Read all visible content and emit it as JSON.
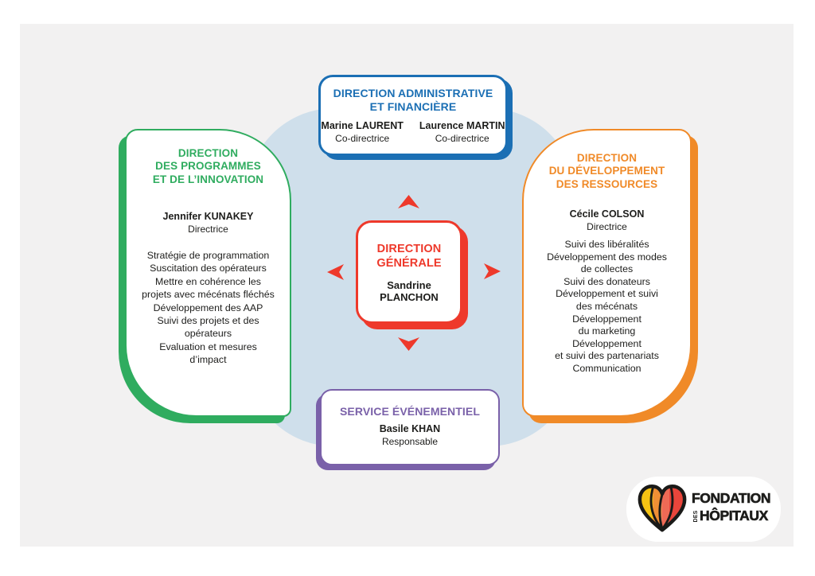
{
  "page": {
    "background": "#ffffff",
    "panel_background": "#f2f1f1",
    "blob_color": "#cfdfeb"
  },
  "colors": {
    "blue": "#1b6fb4",
    "green": "#2fac5f",
    "orange": "#f08a28",
    "red": "#ee392b",
    "purple": "#7a61a9",
    "text_dark": "#1d1d1b"
  },
  "admin_box": {
    "title_lines": [
      "DIRECTION ADMINISTRATIVE",
      "ET FINANCIÈRE"
    ],
    "people": [
      {
        "name": "Marine LAURENT",
        "role": "Co-directrice"
      },
      {
        "name": "Laurence MARTIN",
        "role": "Co-directrice"
      }
    ]
  },
  "programs_box": {
    "title_lines": [
      "DIRECTION",
      "DES PROGRAMMES",
      "ET DE L’INNOVATION"
    ],
    "person": {
      "name": "Jennifer KUNAKEY",
      "role": "Directrice"
    },
    "lines": [
      "Stratégie de programmation",
      "Suscitation des opérateurs",
      "Mettre en cohérence les",
      "projets avec mécénats fléchés",
      "Développement des AAP",
      "Suivi des projets et des",
      "opérateurs",
      "Evaluation et mesures",
      "d’impact"
    ]
  },
  "resources_box": {
    "title_lines": [
      "DIRECTION",
      "DU DÉVELOPPEMENT",
      "DES RESSOURCES"
    ],
    "person": {
      "name": "Cécile COLSON",
      "role": "Directrice"
    },
    "lines": [
      "Suivi des libéralités",
      "Développement des modes",
      "de collectes",
      "Suivi des donateurs",
      "Développement et suivi",
      "des mécénats",
      "Développement",
      "du marketing",
      "Développement",
      "et suivi des partenariats",
      "Communication"
    ]
  },
  "general_box": {
    "title_lines": [
      "DIRECTION",
      "GÉNÉRALE"
    ],
    "person_lines": [
      "Sandrine",
      "PLANCHON"
    ]
  },
  "events_box": {
    "title": "SERVICE ÉVÉNEMENTIEL",
    "person": {
      "name": "Basile KHAN",
      "role": "Responsable"
    }
  },
  "arrows": {
    "color": "#ee392b",
    "directions": [
      "up",
      "down",
      "left",
      "right"
    ]
  },
  "logo": {
    "line1": "FONDATION",
    "line2_prefix": "DES",
    "line2": "HÔPITAUX",
    "heart_colors": [
      "#f5c313",
      "#ef8f35",
      "#ee6a55",
      "#e9453b"
    ]
  }
}
